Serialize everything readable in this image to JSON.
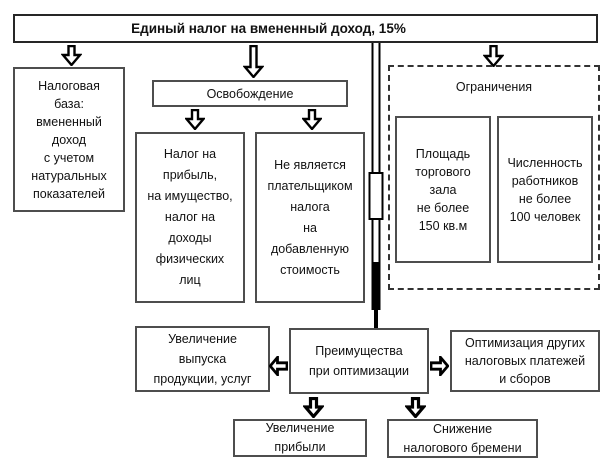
{
  "diagram": {
    "title": "Единый налог на вмененный доход, 15%",
    "tax_base": "Налоговая\nбаза:\nвмененный\nдоход\nс учетом\nнатуральных\nпоказателей",
    "exemption": {
      "title": "Освобождение",
      "profit_tax": "Налог на\nприбыль,\nна имущество,\nналог на\nдоходы\nфизических\nлиц",
      "vat": "Не является\nплательщиком\nналога\nна\nдобавленную\nстоимость"
    },
    "restrictions": {
      "title": "Ограничения",
      "floor_area": "Площадь\nторгового\nзала\nне более\n150 кв.м",
      "headcount": "Численность\nработников\nне более\n100 человек"
    },
    "optimization": {
      "advantages": "Преимущества\nпри оптимизации",
      "output_increase": "Увеличение\nвыпуска\nпродукции, услуг",
      "other_taxes": "Оптимизация других\nналоговых платежей\nи сборов",
      "profit_increase": "Увеличение\nприбыли",
      "burden_reduction": "Снижение\nналогового бремени"
    },
    "colors": {
      "background": "#ffffff",
      "text": "#111111",
      "box_border": "#4e4e4e",
      "arrow_line": "#000000"
    }
  }
}
